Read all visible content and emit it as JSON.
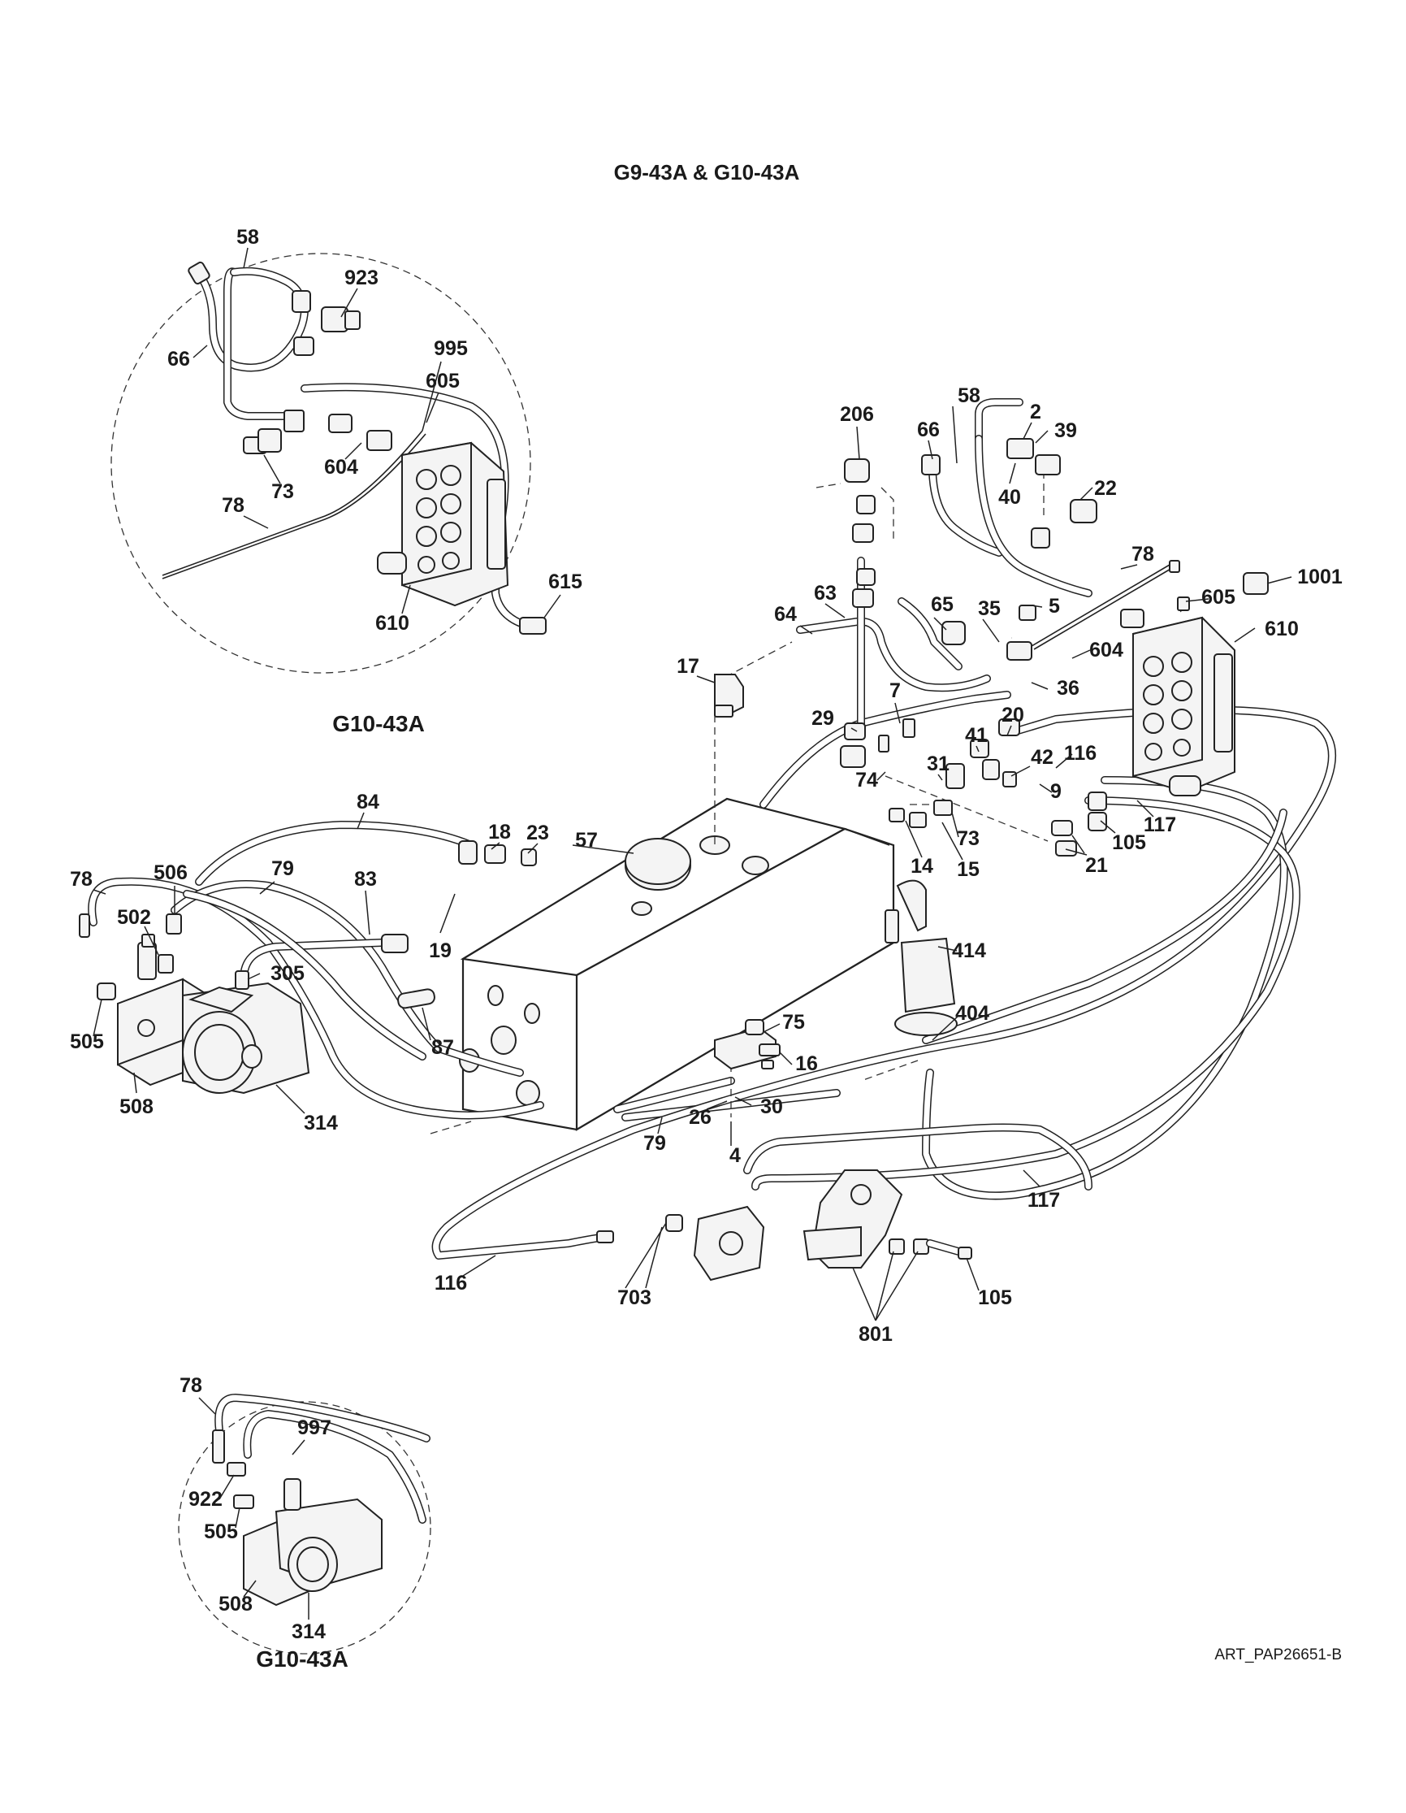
{
  "diagram": {
    "title": "G9-43A & G10-43A",
    "art_code": "ART_PAP26651-B",
    "insets": [
      {
        "title": "G10-43A"
      },
      {
        "title": "G10-43A"
      }
    ],
    "callouts": {
      "inset_valve": [
        "58",
        "923",
        "66",
        "995",
        "605",
        "604",
        "73",
        "78",
        "615",
        "610"
      ],
      "main": [
        "206",
        "58",
        "2",
        "39",
        "66",
        "40",
        "22",
        "78",
        "605",
        "1001",
        "63",
        "65",
        "35",
        "5",
        "604",
        "610",
        "64",
        "17",
        "36",
        "7",
        "20",
        "29",
        "41",
        "116",
        "42",
        "31",
        "74",
        "9",
        "117",
        "73",
        "105",
        "14",
        "15",
        "21",
        "84",
        "18",
        "23",
        "57",
        "78",
        "506",
        "79",
        "83",
        "502",
        "305",
        "19",
        "414",
        "404",
        "75",
        "87",
        "505",
        "16",
        "508",
        "314",
        "26",
        "30",
        "79",
        "4",
        "117",
        "116",
        "703",
        "105",
        "801"
      ],
      "inset_pump": [
        "78",
        "997",
        "922",
        "505",
        "508",
        "314"
      ]
    }
  }
}
